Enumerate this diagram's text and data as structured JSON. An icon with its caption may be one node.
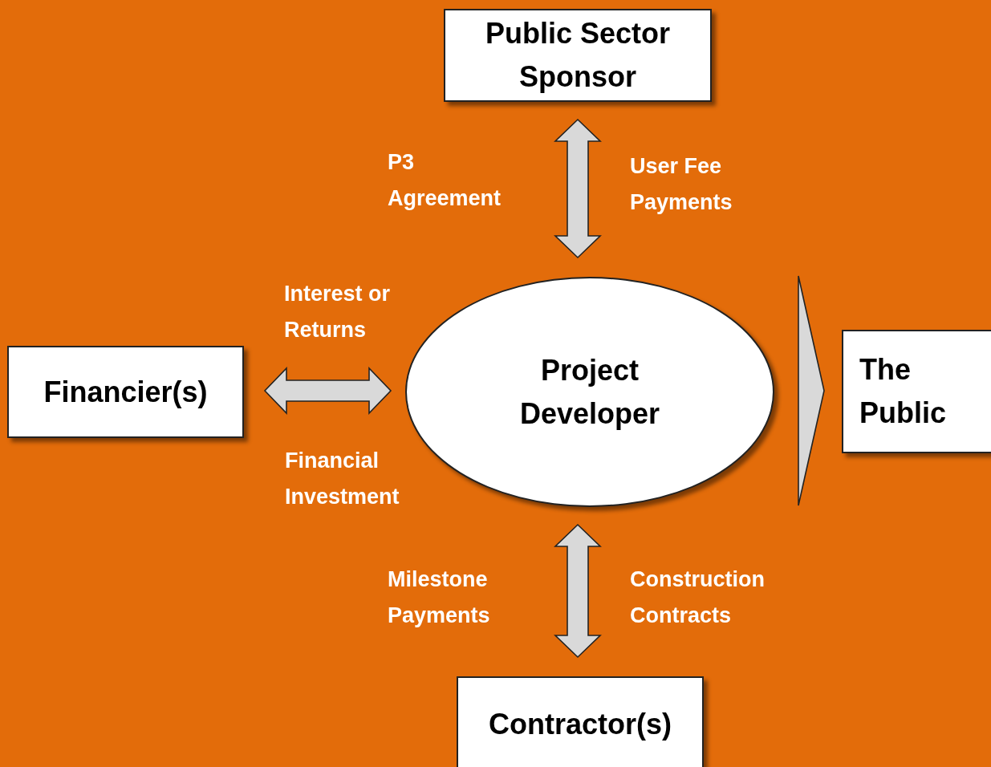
{
  "diagram": {
    "nodes": [
      {
        "text": [
          "Public Sector Sponsor"
        ]
      },
      {
        "text": [
          "Financier(s)"
        ]
      },
      {
        "text": [
          "Project Developer"
        ]
      },
      {
        "text": [
          "The Public"
        ]
      },
      {
        "text": [
          "Contractor(s)"
        ]
      }
    ],
    "edges": [
      {
        "from": 0,
        "to": 2,
        "arrow": "both"
      },
      {
        "from": 1,
        "to": 2,
        "arrow": "both"
      },
      {
        "from": 2,
        "to": 3,
        "arrow": "to"
      },
      {
        "from": 2,
        "to": 4,
        "arrow": "both"
      }
    ],
    "labels": [
      "P3 Agreement",
      "User Fee Payments",
      "Interest or Returns",
      "Financial Investment",
      "Milestone Payments",
      "Construction Contracts"
    ]
  }
}
